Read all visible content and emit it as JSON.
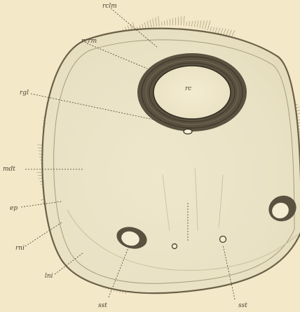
{
  "labels": {
    "rclm": "rclm",
    "rcrm": "rcrm",
    "rc": "rc",
    "rgl": "rgl",
    "mdt": "mdt",
    "ep": "ep",
    "rni": "rni",
    "lni": "lni",
    "sst": "sst",
    "sst2": "sst"
  },
  "colors": {
    "background": "#f3e9c8",
    "ink": "#4a4030",
    "muscle_ring": "#5a5140",
    "tissue_fill": "#eee6cc"
  }
}
